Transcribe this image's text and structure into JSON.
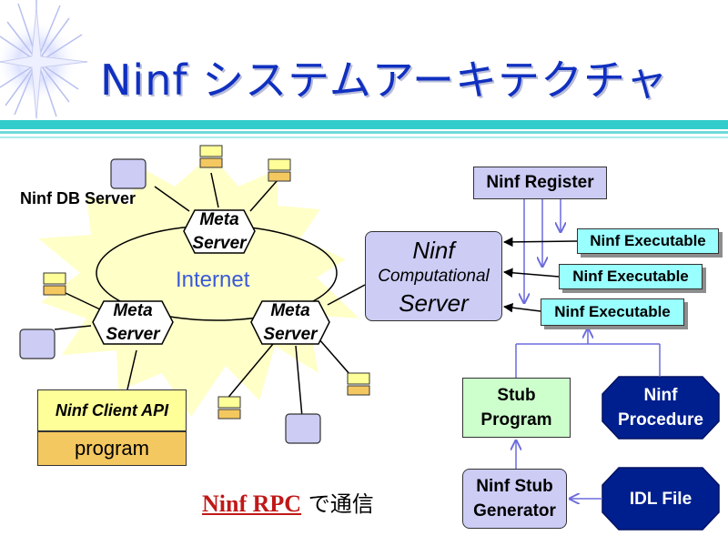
{
  "title": "Ninf システムアーキテクチャ",
  "db_server_label": "Ninf DB Server",
  "internet_label": "Internet",
  "meta_server": {
    "line1": "Meta",
    "line2": "Server"
  },
  "register_label": "Ninf Register",
  "computational_server": {
    "line1": "Ninf",
    "line2": "Computational",
    "line3": "Server"
  },
  "executables": [
    "Ninf Executable",
    "Ninf Executable",
    "Ninf Executable"
  ],
  "stub_program": {
    "line1": "Stub",
    "line2": "Program"
  },
  "procedure": {
    "line1": "Ninf",
    "line2": "Procedure"
  },
  "stub_generator": {
    "line1": "Ninf Stub",
    "line2": "Generator"
  },
  "idl_file": "IDL File",
  "client_api_label": "Ninf Client API",
  "program_label": "program",
  "rpc_caption": {
    "link": "Ninf RPC",
    "rest": " で通信"
  },
  "colors": {
    "title": "#1030c0",
    "star_burst": "#ffffc8",
    "box_lavender": "#ccccf5",
    "executable_cyan": "#99ffff",
    "stub_green": "#ccffcc",
    "octagon_navy": "#001f8f",
    "client_yellow": "#ffff99",
    "program_orange": "#f4c860",
    "arrow_blue": "#6b6bdd",
    "rule_teal": "#33cccc",
    "rpc_red": "#c01818"
  }
}
